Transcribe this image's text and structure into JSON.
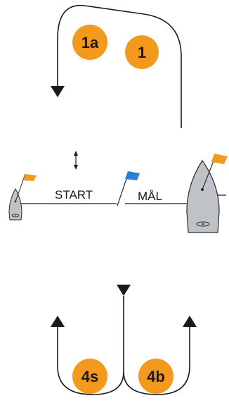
{
  "colors": {
    "mark": "#f39a1e",
    "mark_text": "#1a1a1a",
    "line": "#1a1a1a",
    "flag_orange": "#f39a1e",
    "flag_blue": "#2a7fd4",
    "boat_fill": "#bfc3c7",
    "boat_stroke": "#2a2a2a"
  },
  "marks": {
    "m1a": "1a",
    "m1": "1",
    "m4s": "4s",
    "m4b": "4b"
  },
  "lines": {
    "start": "START",
    "finish": "MÅL"
  }
}
